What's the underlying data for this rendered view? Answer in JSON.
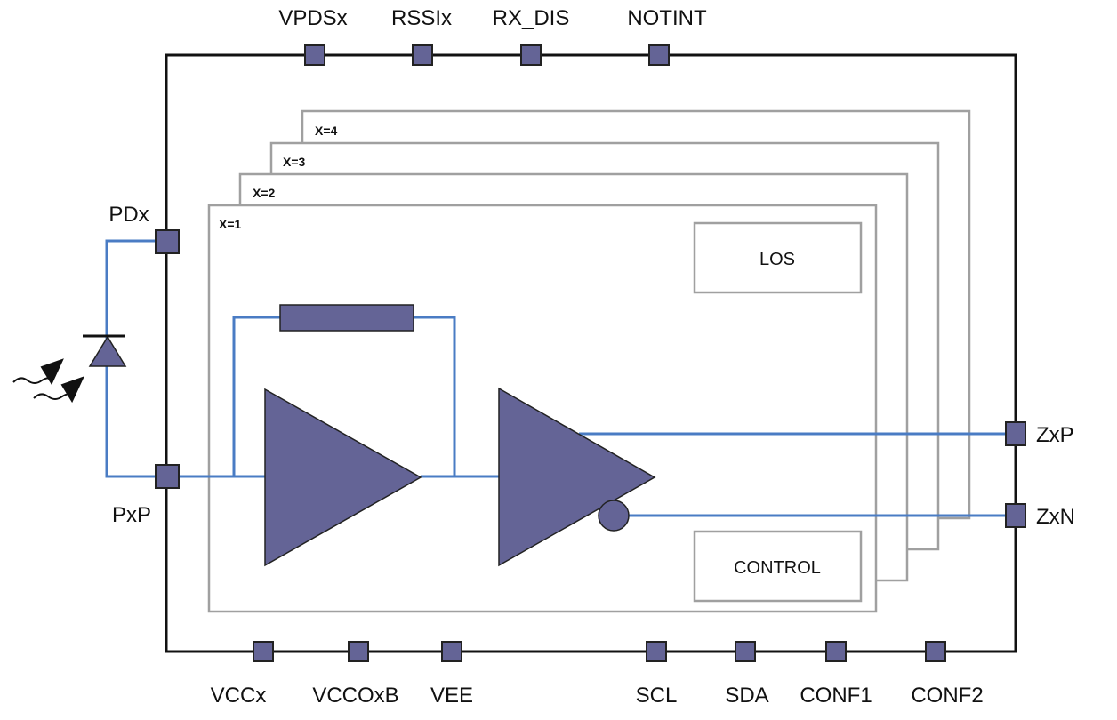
{
  "colors": {
    "pin": "#646496",
    "wire": "#4a7cc4",
    "outline": "#111111",
    "channel_box": "#a0a0a0"
  },
  "pins": {
    "top": [
      "VPDSx",
      "RSSIx",
      "RX_DIS",
      "NOTINT"
    ],
    "bottom": [
      "VCCx",
      "VCCOxB",
      "VEE",
      "SCL",
      "SDA",
      "CONF1",
      "CONF2"
    ],
    "left": [
      "PDx",
      "PxP"
    ],
    "right": [
      "ZxP",
      "ZxN"
    ]
  },
  "channels": [
    "X=1",
    "X=2",
    "X=3",
    "X=4"
  ],
  "blocks": {
    "los": "LOS",
    "control": "CONTROL"
  },
  "symbols": [
    "photodiode-icon",
    "light-arrows-icon",
    "transimpedance-amplifier-icon",
    "feedback-resistor-icon",
    "limiting-amplifier-icon"
  ]
}
